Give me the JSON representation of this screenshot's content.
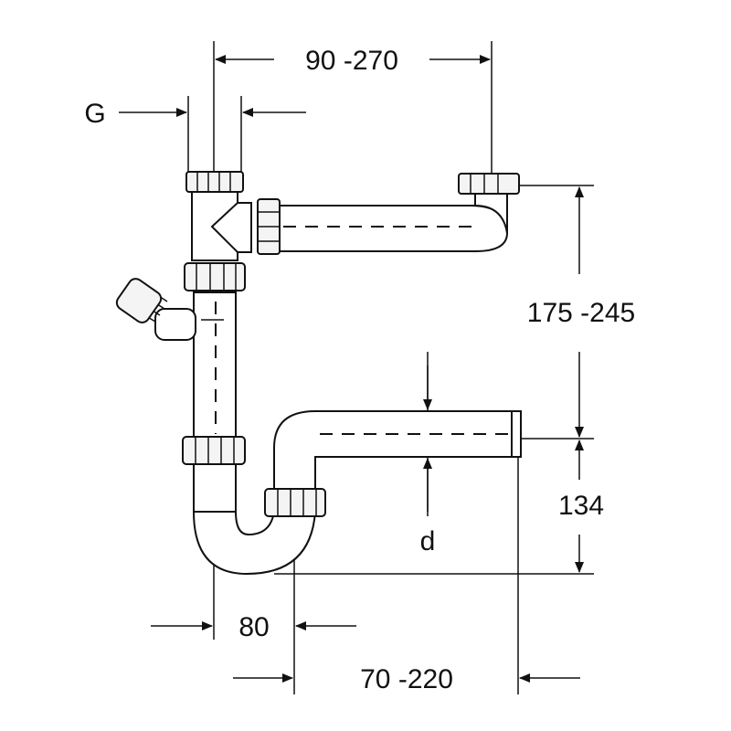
{
  "dimensions": {
    "top_span": "90 -270",
    "gap": "G",
    "height_upper": "175 -245",
    "height_lower": "134",
    "diameter": "d",
    "offset_bottom": "80",
    "span_bottom": "70 -220"
  },
  "colors": {
    "line": "#111111",
    "background": "#ffffff",
    "nut_fill": "#f4f4f4"
  }
}
